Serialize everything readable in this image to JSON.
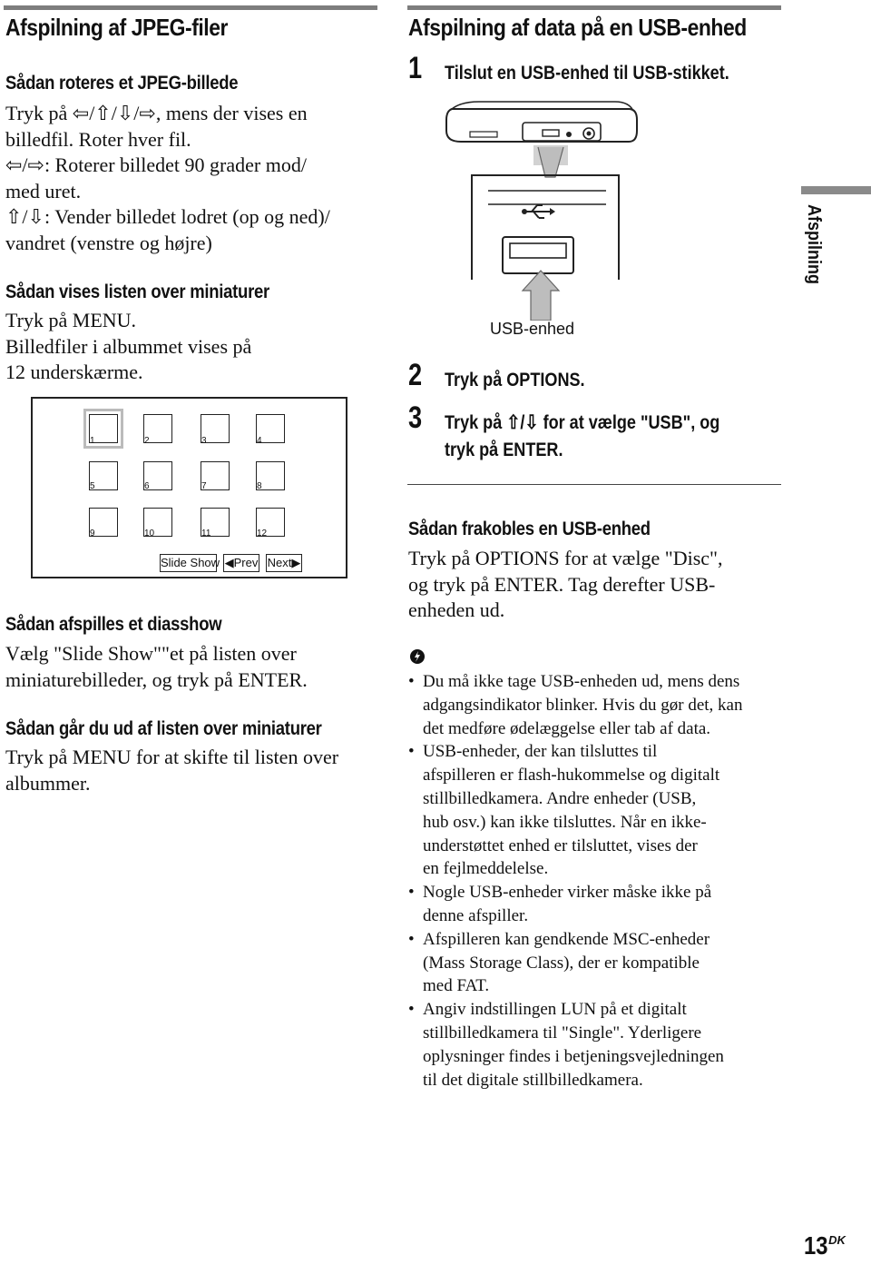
{
  "left": {
    "heading": "Afspilning af JPEG-filer",
    "rotate": {
      "title": "Sådan roteres et JPEG-billede",
      "lines": [
        "Tryk på ⇦/⇧/⇩/⇨, mens der vises en",
        "billedfil. Roter hver fil.",
        "⇦/⇨: Roterer billedet 90 grader mod/",
        "med uret.",
        "⇧/⇩: Vender billedet lodret (op og ned)/",
        "vandret (venstre og højre)"
      ]
    },
    "thumbs": {
      "title": "Sådan vises listen over miniaturer",
      "lines": [
        "Tryk på MENU.",
        "Billedfiler i albummet vises på",
        "12 underskærme."
      ]
    },
    "screen": {
      "tiles": [
        "1",
        "2",
        "3",
        "4",
        "5",
        "6",
        "7",
        "8",
        "9",
        "10",
        "11",
        "12"
      ],
      "buttons": {
        "slideshow": "Slide Show",
        "prev": "◀Prev",
        "next": "Next▶"
      }
    },
    "slideshow": {
      "title": "Sådan afspilles et diasshow",
      "lines": [
        "Vælg \"Slide Show\"\"et på listen over",
        "miniaturebilleder, og tryk på ENTER."
      ]
    },
    "exit": {
      "title": "Sådan går du ud af listen over miniaturer",
      "lines": [
        "Tryk på MENU for at skifte til listen over",
        "albummer."
      ]
    }
  },
  "right": {
    "heading": "Afspilning af data på en USB-enhed",
    "steps": [
      {
        "num": "1",
        "lines": [
          "Tilslut en USB-enhed til USB-stikket."
        ]
      },
      {
        "num": "2",
        "lines": [
          "Tryk på OPTIONS."
        ]
      },
      {
        "num": "3",
        "lines": [
          "Tryk på ⇧/⇩ for at vælge \"USB\", og",
          "tryk på ENTER."
        ]
      }
    ],
    "usb_caption": "USB-enhed",
    "remove": {
      "title": "Sådan frakobles en USB-enhed",
      "lines": [
        "Tryk på OPTIONS for at vælge \"Disc\",",
        "og tryk på ENTER. Tag derefter USB-",
        "enheden ud."
      ]
    },
    "notes": [
      [
        "Du må ikke tage USB-enheden ud, mens dens",
        "adgangsindikator blinker. Hvis du gør det, kan",
        "det medføre ødelæggelse eller tab af data."
      ],
      [
        "USB-enheder, der kan tilsluttes til",
        "afspilleren er flash-hukommelse og digitalt",
        "stillbilledkamera. Andre enheder (USB,",
        "hub osv.) kan ikke tilsluttes. Når en ikke-",
        "understøttet enhed er tilsluttet, vises der",
        "en fejlmeddelelse."
      ],
      [
        "Nogle USB-enheder virker måske ikke på",
        "denne afspiller."
      ],
      [
        "Afspilleren kan gendkende MSC-enheder",
        "(Mass Storage Class), der er kompatible",
        "med FAT."
      ],
      [
        "Angiv indstillingen LUN på et digitalt",
        "stillbilledkamera til \"Single\". Yderligere",
        "oplysninger findes i betjeningsvejledningen",
        "til det digitale stillbilledkamera."
      ]
    ]
  },
  "side_tab": "Afspilning",
  "page_number": "13",
  "page_suffix": "DK"
}
